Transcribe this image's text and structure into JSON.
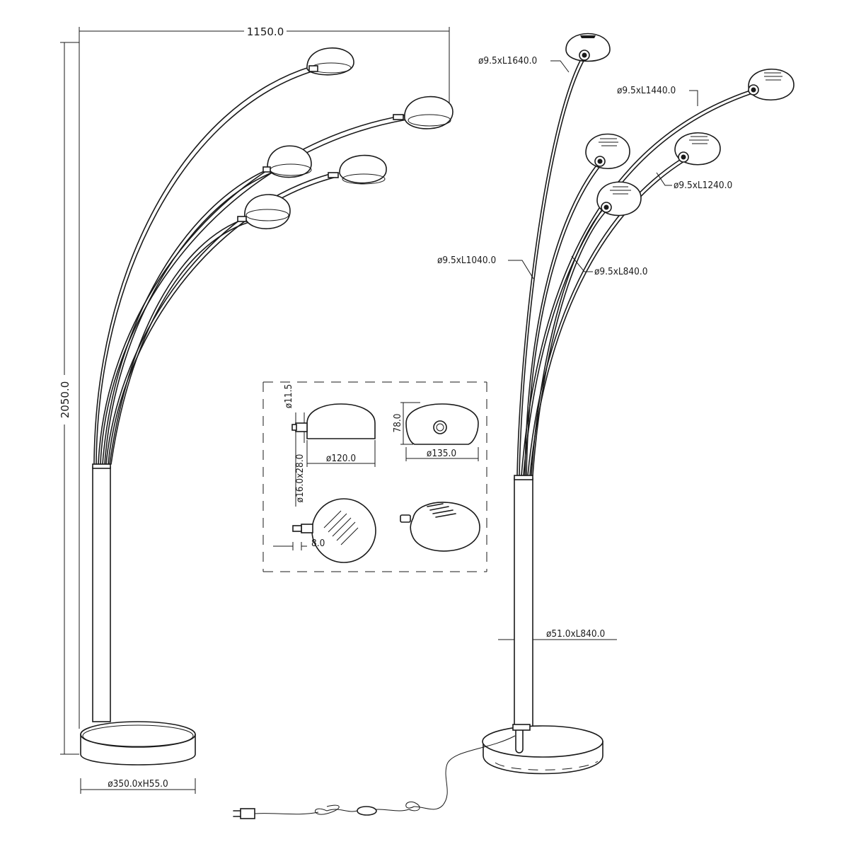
{
  "dimensions": {
    "overall_width": "1150.0",
    "overall_height": "2050.0",
    "base": "ø350.0xH55.0",
    "arm_1": "ø9.5xL1640.0",
    "arm_2": "ø9.5xL1440.0",
    "arm_3": "ø9.5xL1240.0",
    "arm_4": "ø9.5xL1040.0",
    "arm_5": "ø9.5xL840.0",
    "pole": "ø51.0xL840.0"
  },
  "detail": {
    "socket_diameter": "ø11.5",
    "socket_size": "ø16.0x28.0",
    "shade_front_width": "ø120.0",
    "shade_height": "78.0",
    "shade_rear_width": "ø135.0",
    "stem_length": "8.0"
  }
}
